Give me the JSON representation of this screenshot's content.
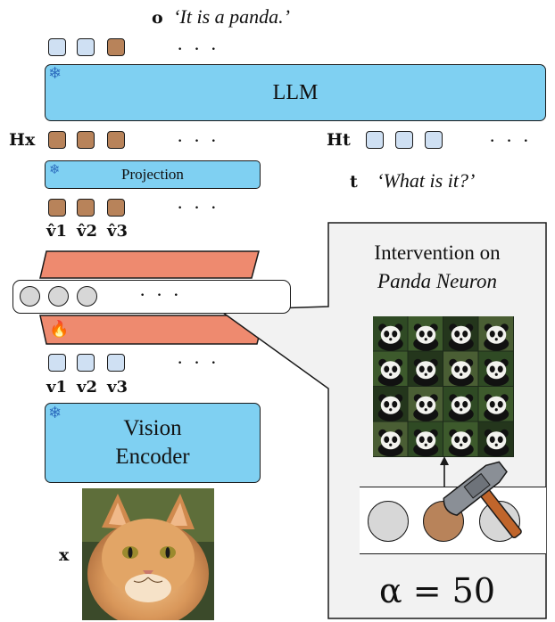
{
  "output": {
    "symbol": "o",
    "text": "‘It is a panda.’"
  },
  "llm": {
    "label": "LLM"
  },
  "hx": {
    "label": "Hx"
  },
  "ht": {
    "label": "Ht"
  },
  "projection": {
    "label": "Projection"
  },
  "t": {
    "symbol": "t",
    "text": "‘What is it?’"
  },
  "vhat_labels": [
    "v̂1",
    "v̂2",
    "v̂3"
  ],
  "v_labels": [
    "v1",
    "v2",
    "v3"
  ],
  "vision_encoder": {
    "line1": "Vision",
    "line2": "Encoder"
  },
  "x_label": "x",
  "ellipsis": "· · ·",
  "callout": {
    "line1": "Intervention on",
    "line2": "Panda Neuron",
    "alpha": "α = 50"
  },
  "colors": {
    "llm_box": "#7fd0f2",
    "token_blue": "#cfe0f3",
    "token_brown": "#b8835a",
    "adapter": "#ee8a6f",
    "callout_bg": "#f2f2f2"
  },
  "icons": [
    "snowflake-icon",
    "fire-icon",
    "hammer-icon",
    "panda-grid-image",
    "cat-image"
  ]
}
